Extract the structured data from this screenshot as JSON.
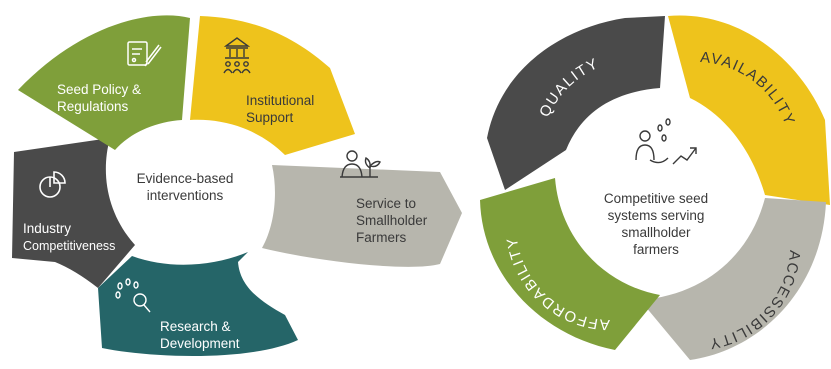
{
  "left_cycle": {
    "center_label": [
      "Evidence-based",
      "interventions"
    ],
    "segments": [
      {
        "label": [
          "Seed Policy &",
          "Regulations"
        ],
        "icon": "document-pen-icon",
        "color": "#7f9f3a"
      },
      {
        "label": [
          "Institutional",
          "Support"
        ],
        "icon": "institution-building-icon",
        "color": "#eec31c"
      },
      {
        "label": [
          "Service to",
          "Smallholder",
          "Farmers"
        ],
        "icon": "farmer-plant-icon",
        "color": "#b7b6ad"
      },
      {
        "label": [
          "Research &",
          "Development"
        ],
        "icon": "magnifier-seeds-icon",
        "color": "#256568"
      },
      {
        "label": [
          "Industry",
          "Competitiveness"
        ],
        "icon": "pie-chart-icon",
        "color": "#4a4a4a"
      }
    ]
  },
  "right_cycle": {
    "center_label": [
      "Competitive seed",
      "systems serving",
      "smallholder",
      "farmers"
    ],
    "center_icon": "farmer-growth-icon",
    "segments": [
      {
        "label": "QUALITY",
        "color": "#4a4a4a"
      },
      {
        "label": "AVAILABILITY",
        "color": "#eec31c"
      },
      {
        "label": "ACCESSIBILITY",
        "color": "#b7b6ad"
      },
      {
        "label": "AFFORDABILITY",
        "color": "#7f9f3a"
      }
    ]
  }
}
